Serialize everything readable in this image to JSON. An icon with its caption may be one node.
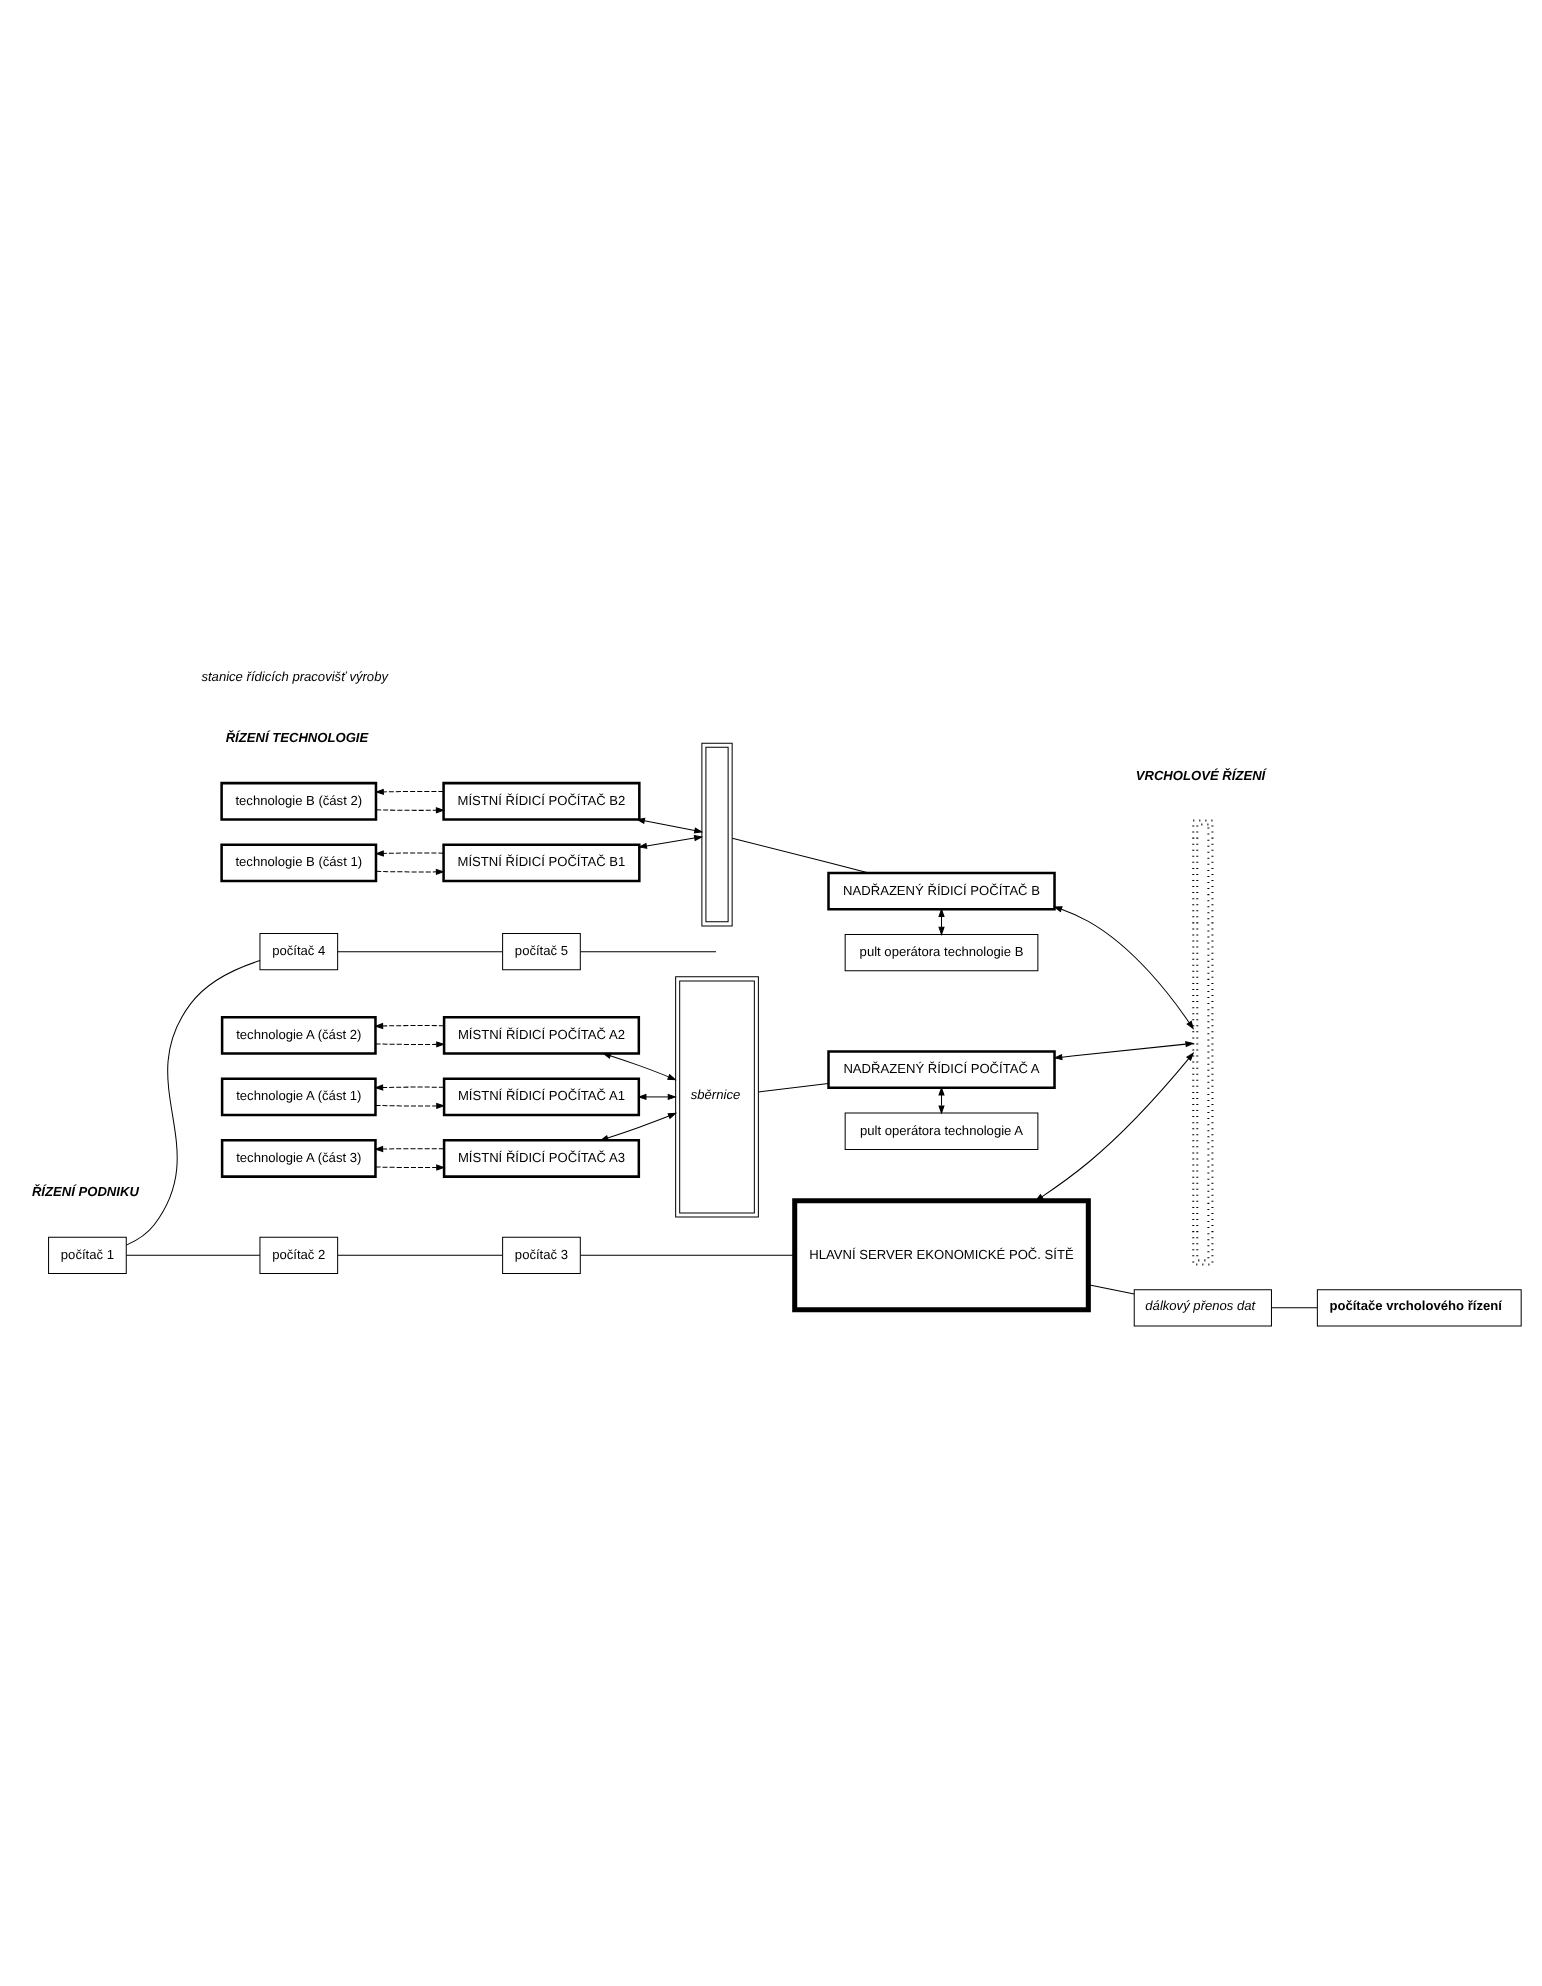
{
  "diagram": {
    "nodes": [
      {
        "text": [
          "technologie A (část 1)"
        ]
      },
      {
        "text": [
          "MÍSTNÍ ŘÍDICÍ POČÍTAČ A1"
        ]
      },
      {
        "text": [
          "technologie A (část 2)"
        ]
      },
      {
        "text": [
          "MÍSTNÍ ŘÍDICÍ POČÍTAČ A2"
        ]
      },
      {
        "text": [
          "technologie A (část 3)"
        ]
      },
      {
        "text": [
          "MÍSTNÍ ŘÍDICÍ POČÍTAČ A3"
        ]
      },
      {
        "text": [
          "sběrnice"
        ]
      },
      {
        "text": [
          "NADŘAZENÝ ŘÍDICÍ POČÍTAČ A"
        ]
      },
      {
        "text": [
          "pult operátora technologie A"
        ]
      },
      {
        "text": [
          "technologie B (část 1)"
        ]
      },
      {
        "text": [
          "MÍSTNÍ ŘÍDICÍ POČÍTAČ B1"
        ]
      },
      {
        "text": [
          "technologie B (část 2)"
        ]
      },
      {
        "text": [
          "MÍSTNÍ ŘÍDICÍ POČÍTAČ B2"
        ]
      },
      {
        "text": [],
        "shape": "bar"
      },
      {
        "text": [
          "NADŘAZENÝ ŘÍDICÍ POČÍTAČ B"
        ]
      },
      {
        "text": [
          "pult operátora technologie B"
        ]
      },
      {
        "text": [],
        "shape": "bar"
      },
      {
        "text": [
          "počítač 1"
        ]
      },
      {
        "text": [
          "počítač 2"
        ]
      },
      {
        "text": [
          "počítač 3"
        ]
      },
      {
        "text": [
          "počítač 4"
        ]
      },
      {
        "text": [
          "počítač 5"
        ]
      },
      {
        "text": [
          "HLAVNÍ SERVER EKONOMICKÉ POČ. SÍTĚ"
        ]
      },
      {
        "text": [
          "dálkový přenos dat"
        ]
      },
      {
        "text": [
          "počítače vrcholového řízení"
        ]
      }
    ],
    "edges": [
      {
        "from": 0,
        "to": 1,
        "arrow": "to",
        "style": "dashed"
      },
      {
        "from": 1,
        "to": 0,
        "arrow": "to",
        "style": "dashed"
      },
      {
        "from": 1,
        "to": 6,
        "arrow": "both"
      },
      {
        "from": 2,
        "to": 3,
        "arrow": "to",
        "style": "dashed"
      },
      {
        "from": 3,
        "to": 2,
        "arrow": "to",
        "style": "dashed"
      },
      {
        "from": 3,
        "to": 6,
        "arrow": "both"
      },
      {
        "from": 4,
        "to": 5,
        "arrow": "to",
        "style": "dashed"
      },
      {
        "from": 5,
        "to": 4,
        "arrow": "to",
        "style": "dashed"
      },
      {
        "from": 5,
        "to": 6,
        "arrow": "both"
      },
      {
        "from": 6,
        "to": 7,
        "arrow": "none"
      },
      {
        "from": 7,
        "to": 8,
        "arrow": "both"
      },
      {
        "from": 7,
        "to": 16,
        "arrow": "both"
      },
      {
        "from": 9,
        "to": 10,
        "arrow": "to",
        "style": "dashed"
      },
      {
        "from": 10,
        "to": 9,
        "arrow": "to",
        "style": "dashed"
      },
      {
        "from": 10,
        "to": 13,
        "arrow": "both"
      },
      {
        "from": 11,
        "to": 12,
        "arrow": "to",
        "style": "dashed"
      },
      {
        "from": 12,
        "to": 11,
        "arrow": "to",
        "style": "dashed"
      },
      {
        "from": 12,
        "to": 13,
        "arrow": "both"
      },
      {
        "from": 13,
        "to": 14,
        "arrow": "none"
      },
      {
        "from": 14,
        "to": 15,
        "arrow": "both"
      },
      {
        "from": 14,
        "to": 16,
        "arrow": "both"
      },
      {
        "from": 17,
        "to": 18,
        "arrow": "none"
      },
      {
        "from": 18,
        "to": 19,
        "arrow": "none"
      },
      {
        "from": 19,
        "to": 22,
        "arrow": "none"
      },
      {
        "from": 17,
        "to": 20,
        "arrow": "none"
      },
      {
        "from": 20,
        "to": 21,
        "arrow": "none"
      },
      {
        "from": 21,
        "to": null,
        "arrow": "none"
      },
      {
        "from": 22,
        "to": 16,
        "arrow": "both"
      },
      {
        "from": 22,
        "to": 23,
        "arrow": "none"
      },
      {
        "from": 23,
        "to": 24,
        "arrow": "none"
      }
    ],
    "labels": [
      "ŘÍZENÍ TECHNOLOGIE",
      "ŘÍZENÍ PODNIKU",
      "stanice řídicích pracovišť výroby",
      "VRCHOLOVÉ ŘÍZENÍ"
    ]
  }
}
